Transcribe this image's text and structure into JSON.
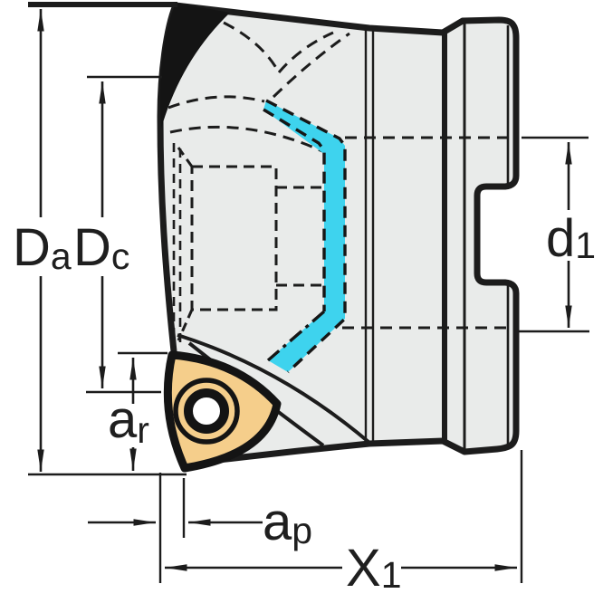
{
  "diagram": {
    "type": "technical-drawing",
    "subject": "face-milling-cutter-side-view-with-trigon-insert",
    "labels": {
      "outer_diameter": {
        "main": "D",
        "sub": "a"
      },
      "cutting_diameter": {
        "main": "D",
        "sub": "c"
      },
      "bore_diameter": {
        "main": "d",
        "sub": "1"
      },
      "radial_engagement": {
        "main": "a",
        "sub": "r"
      },
      "axial_depth": {
        "main": "a",
        "sub": "p"
      },
      "projection_length": {
        "main": "X",
        "sub": "1"
      }
    },
    "colors": {
      "background": "#FFFFFF",
      "body_fill": "#E9EBEA",
      "insert_fill": "#F5CE8B",
      "flute_highlight": "#3ED3EE",
      "line": "#1C1C1C"
    }
  }
}
